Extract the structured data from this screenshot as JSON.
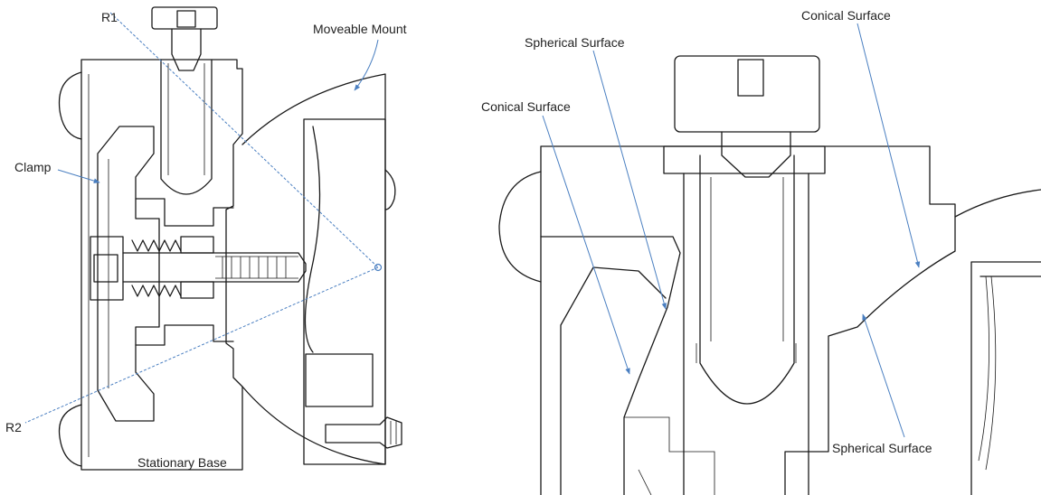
{
  "colors": {
    "leader": "#4a7fc1",
    "line": "#1a1a1a",
    "background": "#ffffff"
  },
  "left_view": {
    "labels": {
      "r1": "R1",
      "r2": "R2",
      "moveable_mount": "Moveable Mount",
      "clamp": "Clamp",
      "stationary_base": "Stationary Base"
    }
  },
  "right_view": {
    "labels": {
      "conical_top_right": "Conical Surface",
      "spherical_top": "Spherical Surface",
      "conical_left": "Conical Surface",
      "spherical_bottom_right": "Spherical Surface"
    }
  }
}
